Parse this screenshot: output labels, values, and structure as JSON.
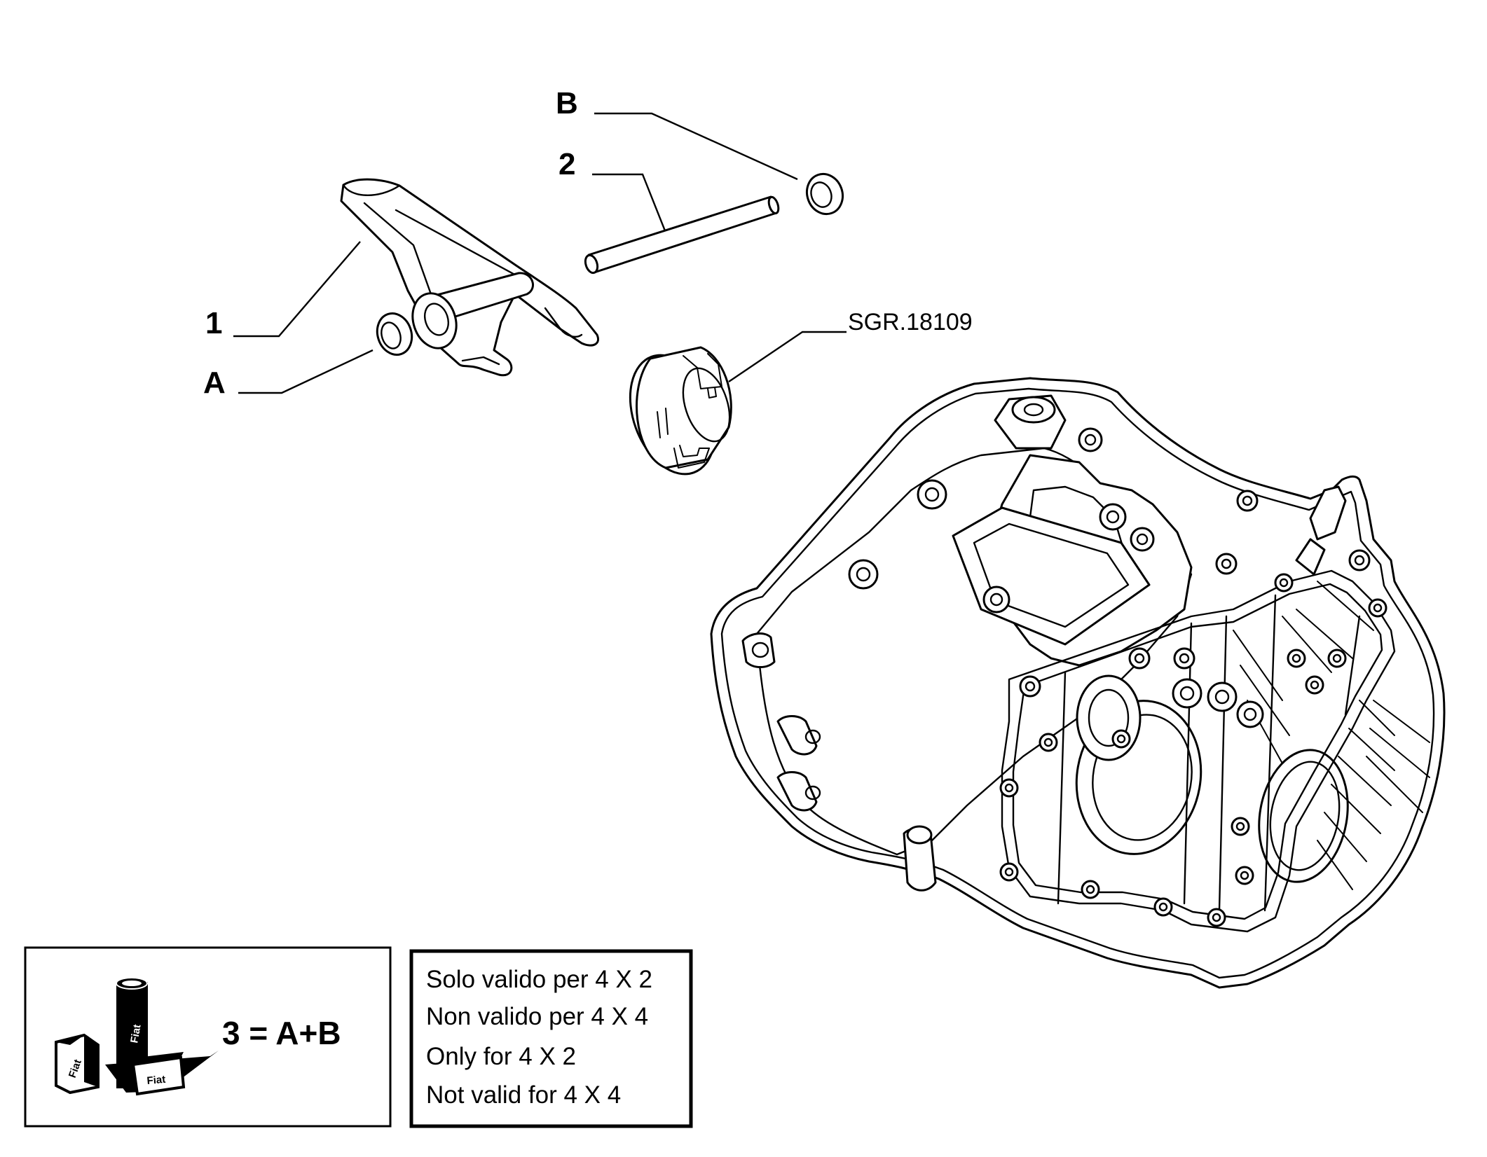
{
  "callouts": {
    "part_1": "1",
    "part_2": "2",
    "part_a": "A",
    "part_b": "B",
    "bearing_code": "SGR.18109"
  },
  "kit_box": {
    "formula": "3 = A+B",
    "brand_labels": [
      "Fiat",
      "Fiat",
      "Fiat"
    ]
  },
  "validity_note": {
    "lines": [
      "Solo valido per 4 X 2",
      "Non valido per 4 X 4",
      "Only for 4 X 2",
      "Not valid for 4 X 4"
    ]
  }
}
